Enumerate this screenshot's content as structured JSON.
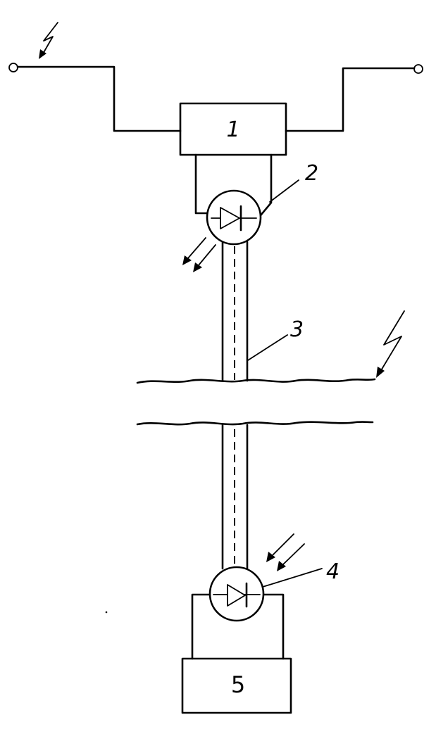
{
  "diagram": {
    "labels": {
      "block_1": "1",
      "emitter_2": "2",
      "fiber_3": "3",
      "detector_4": "4",
      "block_5": "5"
    }
  }
}
